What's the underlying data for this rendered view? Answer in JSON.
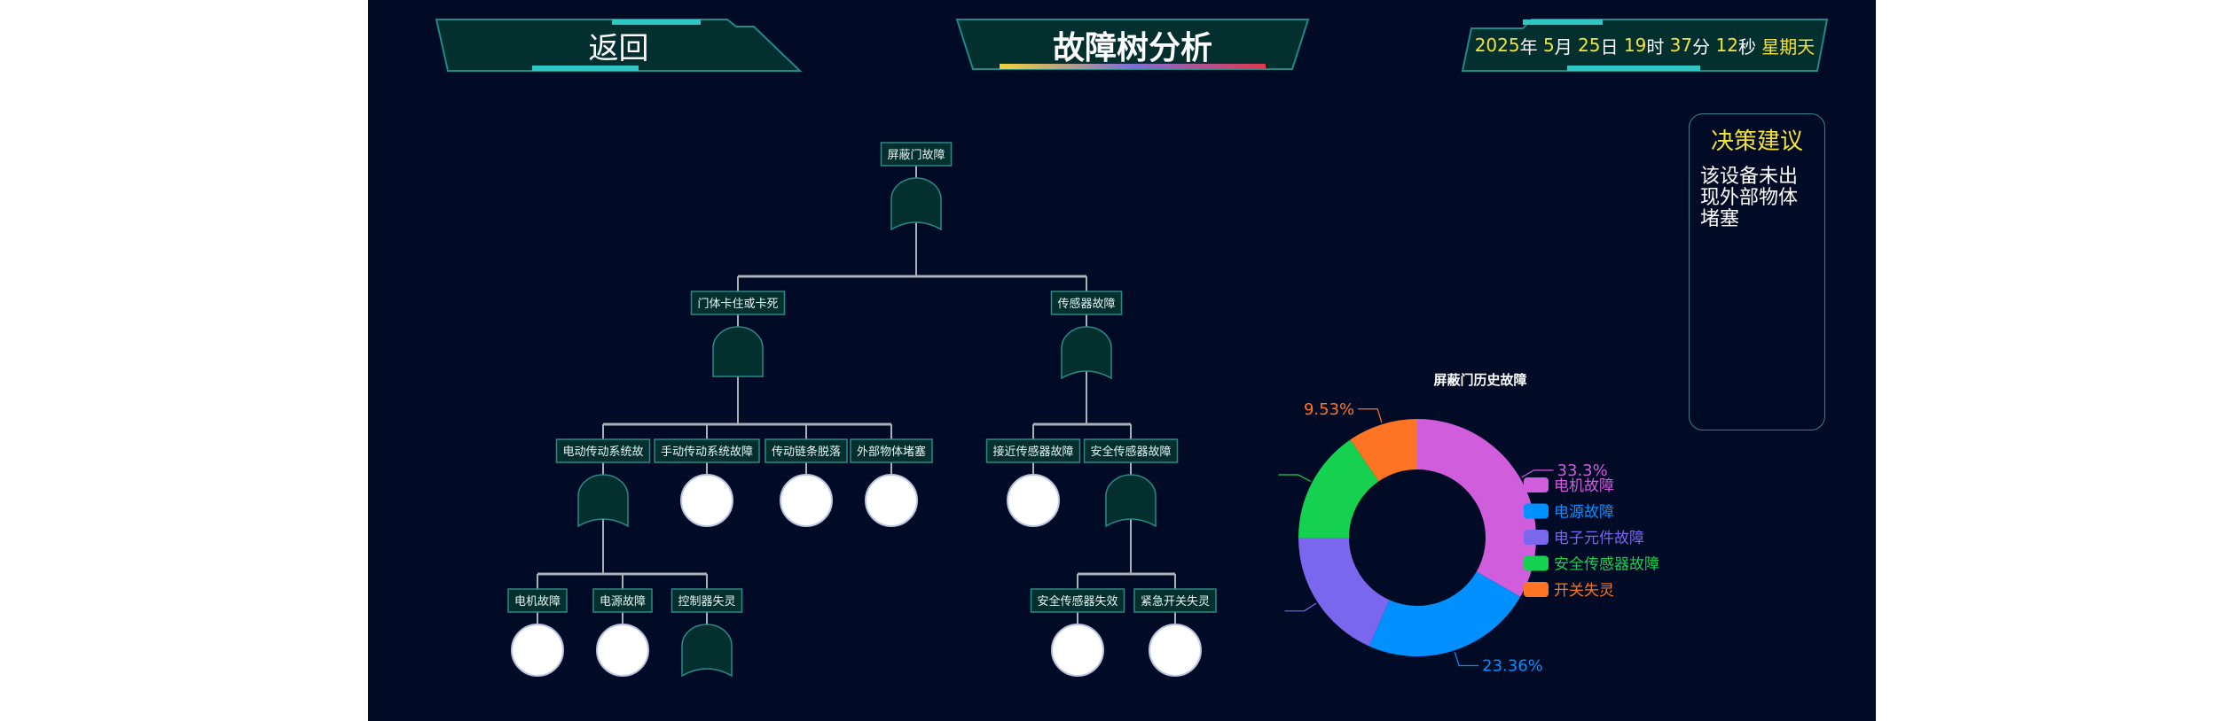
{
  "header": {
    "back_label": "返回",
    "title": "故障树分析",
    "clock": {
      "year": "2025",
      "year_unit": "年",
      "month": "5",
      "month_unit": "月",
      "day": "25",
      "day_unit": "日",
      "hour": "19",
      "hour_unit": "时",
      "minute": "37",
      "minute_unit": "分",
      "second": "12",
      "second_unit": "秒",
      "weekday": "星期天"
    }
  },
  "fault_tree": {
    "label": "屏蔽门故障",
    "gate": "or",
    "children": [
      {
        "label": "门体卡住或卡死",
        "gate": "and",
        "children": [
          {
            "label": "电动传动系统故",
            "gate": "or",
            "children": [
              {
                "label": "电机故障",
                "gate": "basic"
              },
              {
                "label": "电源故障",
                "gate": "basic"
              },
              {
                "label": "控制器失灵",
                "gate": "or"
              }
            ]
          },
          {
            "label": "手动传动系统故障",
            "gate": "basic"
          },
          {
            "label": "传动链条脱落",
            "gate": "basic"
          },
          {
            "label": "外部物体堵塞",
            "gate": "basic"
          }
        ]
      },
      {
        "label": "传感器故障",
        "gate": "or",
        "children": [
          {
            "label": "接近传感器故障",
            "gate": "basic"
          },
          {
            "label": "安全传感器故障",
            "gate": "or",
            "children": [
              {
                "label": "安全传感器失效",
                "gate": "basic"
              },
              {
                "label": "紧急开关失灵",
                "gate": "basic"
              }
            ]
          }
        ]
      }
    ]
  },
  "chart_data": {
    "type": "pie",
    "title": "屏蔽门历史故障",
    "legend_position": "right",
    "categories": [
      "电机故障",
      "电源故障",
      "电子元件故障",
      "安全传感器故障",
      "开关失灵"
    ],
    "values": [
      33.3,
      23.36,
      18.34,
      15.47,
      9.53
    ],
    "labels": [
      "33.3%",
      "23.36%",
      "",
      "",
      "9.53%"
    ],
    "colors": [
      "#d05ddb",
      "#0090ff",
      "#7b67ee",
      "#16d150",
      "#ff7424"
    ]
  },
  "advice": {
    "title": "决策建议",
    "text": "该设备未出现外部物体堵塞"
  }
}
